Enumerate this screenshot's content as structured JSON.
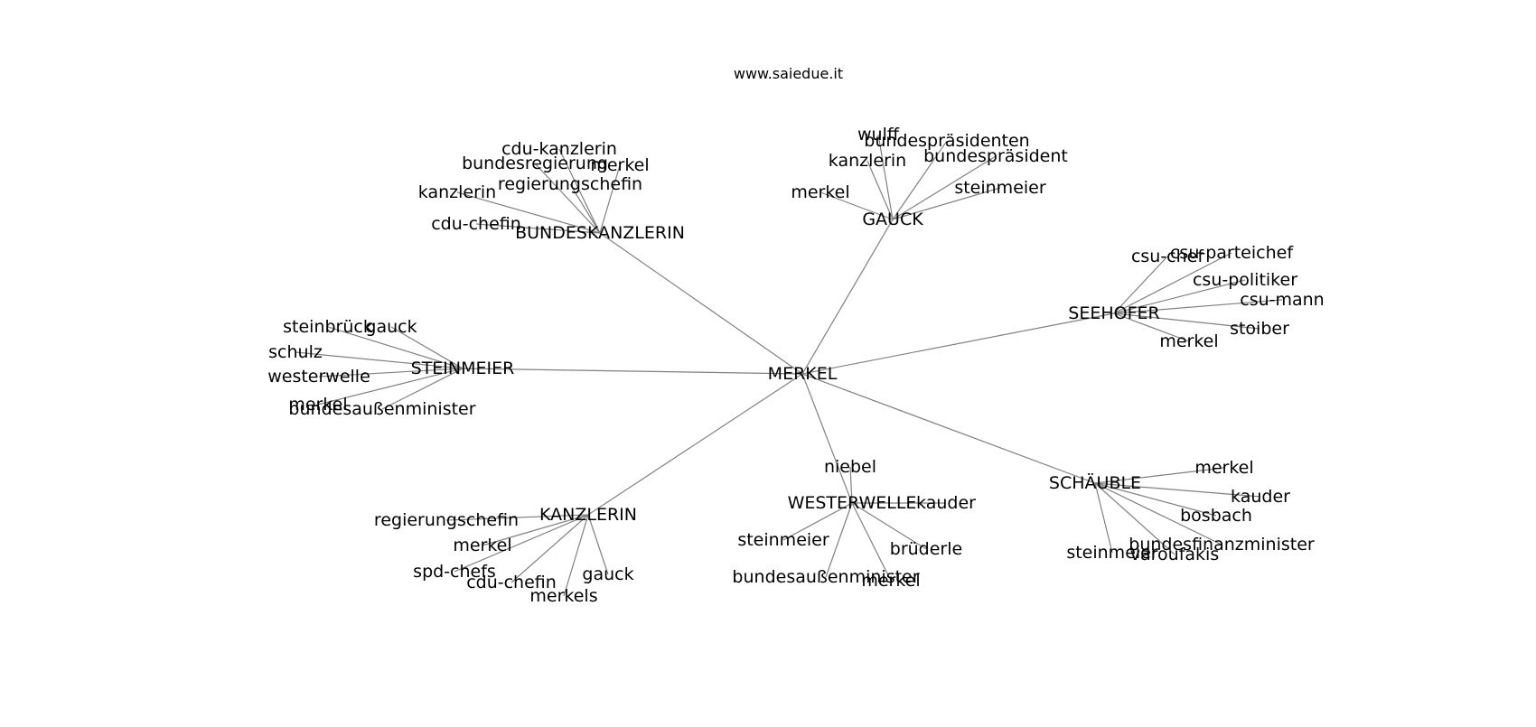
{
  "site": "www.saiedue.it",
  "graph": {
    "root": "MERKEL",
    "hubs": [
      {
        "id": "BUNDESKANZLERIN",
        "label": "BUNDESKANZLERIN",
        "neighbors": [
          "cdu-kanzlerin",
          "bundesregierung",
          "merkel",
          "regierungschefin",
          "kanzlerin",
          "cdu-chefin"
        ]
      },
      {
        "id": "GAUCK",
        "label": "GAUCK",
        "neighbors": [
          "wulff",
          "bundespräsidenten",
          "kanzlerin",
          "bundespräsident",
          "merkel",
          "steinmeier"
        ]
      },
      {
        "id": "SEEHOFER",
        "label": "SEEHOFER",
        "neighbors": [
          "csu-chef",
          "csu-parteichef",
          "csu-politiker",
          "csu-mann",
          "stoiber",
          "merkel"
        ]
      },
      {
        "id": "STEINMEIER",
        "label": "STEINMEIER",
        "neighbors": [
          "steinbrück",
          "gauck",
          "schulz",
          "westerwelle",
          "merkel",
          "bundesaußenminister"
        ]
      },
      {
        "id": "KANZLERIN",
        "label": "KANZLERIN",
        "neighbors": [
          "regierungschefin",
          "merkel",
          "spd-chefs",
          "cdu-chefin",
          "gauck",
          "merkels"
        ]
      },
      {
        "id": "WESTERWELLE",
        "label": "WESTERWELLE",
        "neighbors": [
          "niebel",
          "kauder",
          "steinmeier",
          "brüderle",
          "bundesaußenminister",
          "merkel"
        ]
      },
      {
        "id": "SCHÄUBLE",
        "label": "SCHÄUBLE",
        "neighbors": [
          "merkel",
          "kauder",
          "bosbach",
          "bundesfinanzminister",
          "steinmeier",
          "varoufakis"
        ]
      }
    ]
  }
}
